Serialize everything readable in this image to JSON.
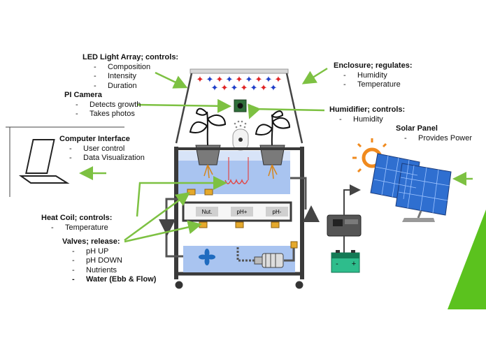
{
  "labels": {
    "led": {
      "title": "LED Light Array; controls:",
      "items": [
        "Composition",
        "Intensity",
        "Duration"
      ]
    },
    "camera": {
      "title": "PI Camera",
      "items": [
        "Detects growth",
        "Takes photos"
      ]
    },
    "computer": {
      "title": "Computer Interface",
      "items": [
        "User control",
        "Data Visualization"
      ]
    },
    "enclosure": {
      "title": "Enclosure; regulates:",
      "items": [
        "Humidity",
        "Temperature"
      ]
    },
    "humidifier": {
      "title": "Humidifier; controls:",
      "items": [
        "Humidity"
      ]
    },
    "solar": {
      "title": "Solar Panel",
      "items": [
        "Provides Power"
      ]
    },
    "heat": {
      "title": "Heat Coil; controls:",
      "items": [
        "Temperature"
      ]
    },
    "valves": {
      "title": "Valves; release:",
      "items": [
        "pH UP",
        "pH DOWN",
        "Nutrients"
      ],
      "bold_item": "Water (Ebb & Flow)"
    }
  },
  "tanks": [
    "Nut.",
    "pH+",
    "pH-"
  ],
  "battery": {
    "minus": "-",
    "plus": "+"
  },
  "colors": {
    "arrow": "#7dc142",
    "water": "#a9c4f0",
    "frame": "#3a3a3a",
    "accent_green": "#5bc21e",
    "led_red": "#e02424",
    "led_blue": "#1f3fc9",
    "sun": "#f08a1e",
    "panel": "#2f6fd0"
  }
}
